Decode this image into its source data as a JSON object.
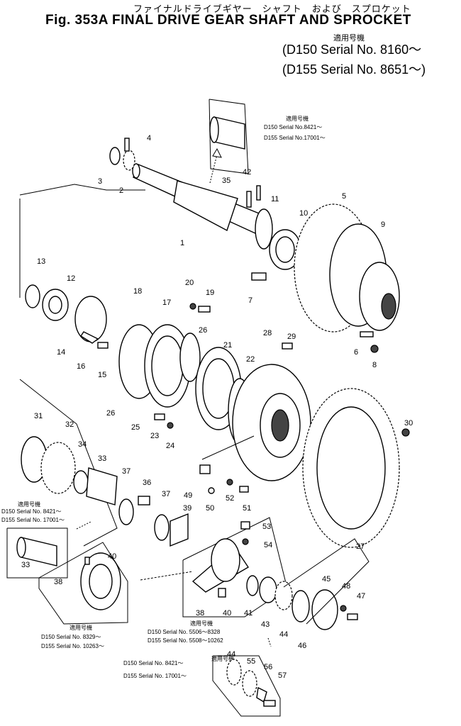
{
  "header": {
    "kana_title": "ファイナルドライブギヤー　シャフト　および　スプロケット",
    "title": "Fig. 353A  FINAL DRIVE GEAR SHAFT AND SPROCKET",
    "applicable_label": "適用号機",
    "serial_lines": [
      "(D150 Serial No. 8160～",
      "(D155 Serial No. 8651～)"
    ]
  },
  "callout_notes": {
    "top": {
      "label": "適用号機",
      "lines": [
        "D150  Serial No.8421～",
        "D155  Serial No.17001～"
      ]
    },
    "left": {
      "label": "適用号機",
      "lines": [
        "D150  Serial No. 8421～",
        "D155  Serial No. 17001～"
      ]
    },
    "bottom_left": {
      "label": "適用号機",
      "lines": [
        "D150  Serial No. 8329～",
        "D155  Serial No. 10263～"
      ]
    },
    "bottom_center": {
      "label": "適用号機",
      "lines": [
        "D150  Serial No. 5506～8328",
        "D155  Serial No. 5508～10262"
      ]
    },
    "bottom": {
      "label": "適用号機",
      "lines": [
        "D150  Serial No. 8421～",
        "D155  Serial No. 17001～"
      ]
    }
  },
  "part_numbers": [
    "1",
    "2",
    "3",
    "4",
    "5",
    "6",
    "7",
    "8",
    "9",
    "10",
    "11",
    "12",
    "13",
    "14",
    "15",
    "16",
    "17",
    "18",
    "19",
    "20",
    "21",
    "22",
    "23",
    "24",
    "25",
    "26",
    "26",
    "27",
    "28",
    "29",
    "30",
    "31",
    "32",
    "33",
    "33",
    "34",
    "35",
    "36",
    "37",
    "37",
    "38",
    "38",
    "39",
    "40",
    "40",
    "41",
    "42",
    "43",
    "44",
    "44",
    "45",
    "46",
    "47",
    "48",
    "49",
    "50",
    "51",
    "52",
    "53",
    "54",
    "55",
    "56",
    "57"
  ]
}
